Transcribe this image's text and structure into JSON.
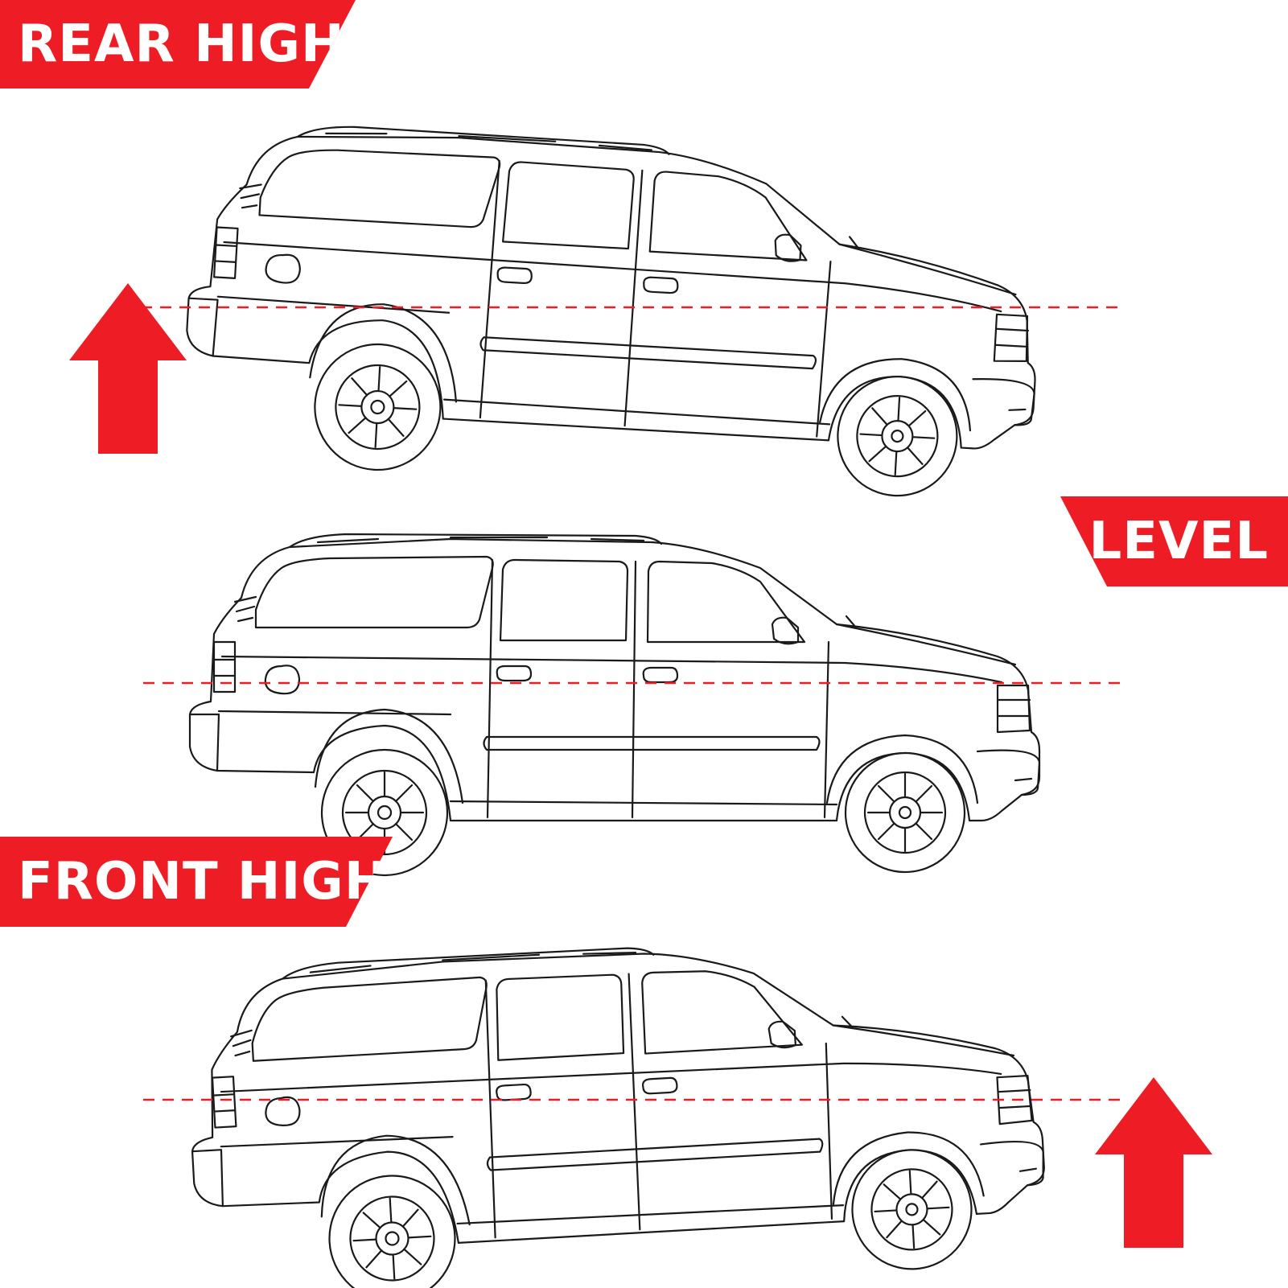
{
  "labels": {
    "rear_high": "REAR HIGH",
    "level": "LEVEL",
    "front_high": "FRONT HIGH"
  },
  "colors": {
    "accent": "#ee1c25",
    "line": "#1a1a1a",
    "background": "#ffffff"
  },
  "icons": {
    "rear_arrow": "up-arrow-icon",
    "front_arrow": "up-arrow-icon",
    "vehicle": "suv-side-view-icon"
  },
  "vehicles": [
    {
      "stance": "rear-high",
      "tilt_deg": 3.2
    },
    {
      "stance": "level",
      "tilt_deg": 0
    },
    {
      "stance": "front-high",
      "tilt_deg": -3.2
    }
  ]
}
